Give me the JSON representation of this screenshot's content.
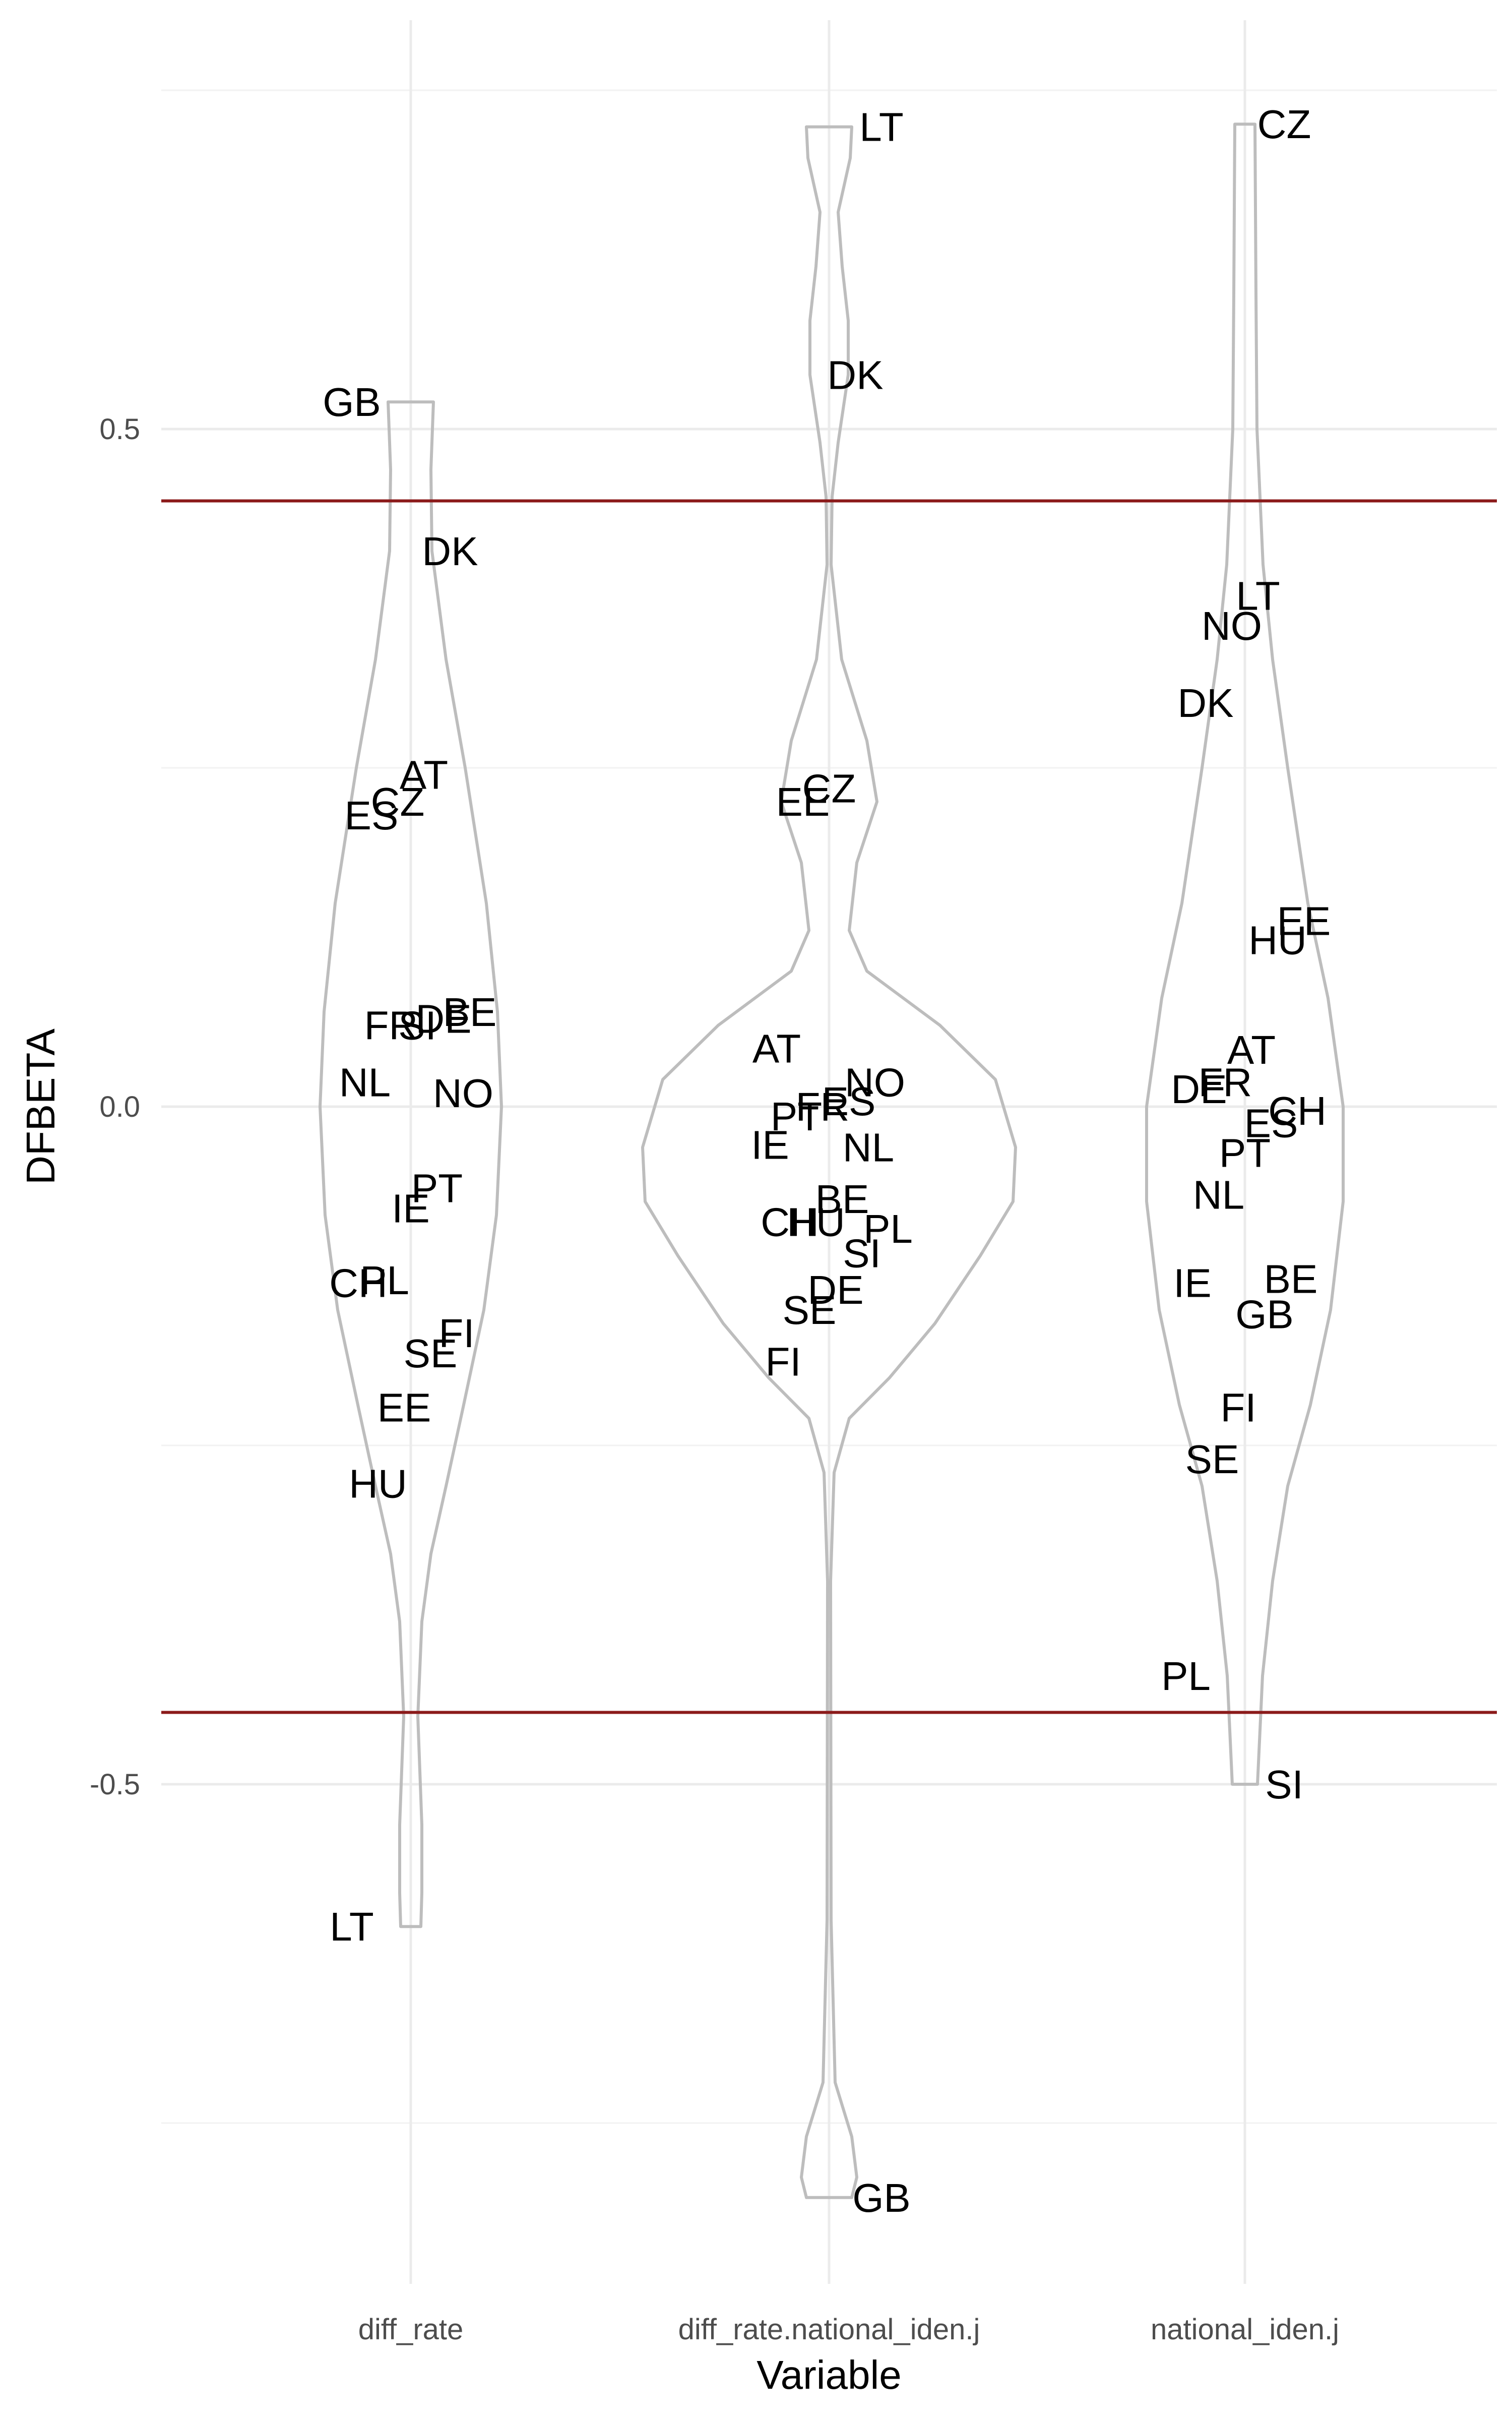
{
  "chart_data": {
    "type": "violin",
    "title": "",
    "xlabel": "Variable",
    "ylabel": "DFBETA",
    "categories": [
      "diff_rate",
      "diff_rate.national_iden.j",
      "national_iden.j"
    ],
    "y_ticks": [
      {
        "value": 0.5,
        "label": "0.5"
      },
      {
        "value": 0.0,
        "label": "0.0"
      },
      {
        "value": -0.5,
        "label": "-0.5"
      }
    ],
    "ylim": [
      -0.87,
      0.8
    ],
    "grid": true,
    "reference_lines": [
      {
        "value": 0.447,
        "color": "#8B1A1A"
      },
      {
        "value": -0.447,
        "color": "#8B1A1A"
      }
    ],
    "series": [
      {
        "category": "diff_rate",
        "points": [
          {
            "label": "GB",
            "value": 0.52
          },
          {
            "label": "DK",
            "value": 0.41
          },
          {
            "label": "AT",
            "value": 0.245
          },
          {
            "label": "CZ",
            "value": 0.225
          },
          {
            "label": "ES",
            "value": 0.215
          },
          {
            "label": "BE",
            "value": 0.07
          },
          {
            "label": "DE",
            "value": 0.065
          },
          {
            "label": "SI",
            "value": 0.06
          },
          {
            "label": "FR",
            "value": 0.06
          },
          {
            "label": "NL",
            "value": 0.018
          },
          {
            "label": "NO",
            "value": 0.01
          },
          {
            "label": "PT",
            "value": -0.06
          },
          {
            "label": "IE",
            "value": -0.075
          },
          {
            "label": "PL",
            "value": -0.128
          },
          {
            "label": "CH",
            "value": -0.13
          },
          {
            "label": "FI",
            "value": -0.167
          },
          {
            "label": "SE",
            "value": -0.182
          },
          {
            "label": "EE",
            "value": -0.222
          },
          {
            "label": "HU",
            "value": -0.278
          },
          {
            "label": "LT",
            "value": -0.605
          }
        ]
      },
      {
        "category": "diff_rate.national_iden.j",
        "points": [
          {
            "label": "LT",
            "value": 0.723
          },
          {
            "label": "DK",
            "value": 0.54
          },
          {
            "label": "CZ",
            "value": 0.235
          },
          {
            "label": "EE",
            "value": 0.225
          },
          {
            "label": "AT",
            "value": 0.043
          },
          {
            "label": "NO",
            "value": 0.018
          },
          {
            "label": "ES",
            "value": 0.004
          },
          {
            "label": "FR",
            "value": 0.0
          },
          {
            "label": "PT",
            "value": -0.007
          },
          {
            "label": "IE",
            "value": -0.028
          },
          {
            "label": "NL",
            "value": -0.03
          },
          {
            "label": "BE",
            "value": -0.068
          },
          {
            "label": "HU",
            "value": -0.085
          },
          {
            "label": "CH",
            "value": -0.085
          },
          {
            "label": "PL",
            "value": -0.09
          },
          {
            "label": "SI",
            "value": -0.108
          },
          {
            "label": "DE",
            "value": -0.135
          },
          {
            "label": "SE",
            "value": -0.15
          },
          {
            "label": "FI",
            "value": -0.188
          },
          {
            "label": "GB",
            "value": -0.805
          }
        ]
      },
      {
        "category": "national_iden.j",
        "points": [
          {
            "label": "CZ",
            "value": 0.725
          },
          {
            "label": "LT",
            "value": 0.377
          },
          {
            "label": "NO",
            "value": 0.355
          },
          {
            "label": "DK",
            "value": 0.298
          },
          {
            "label": "EE",
            "value": 0.137
          },
          {
            "label": "HU",
            "value": 0.123
          },
          {
            "label": "AT",
            "value": 0.042
          },
          {
            "label": "FR",
            "value": 0.018
          },
          {
            "label": "DE",
            "value": 0.013
          },
          {
            "label": "CH",
            "value": -0.003
          },
          {
            "label": "ES",
            "value": -0.012
          },
          {
            "label": "PT",
            "value": -0.034
          },
          {
            "label": "NL",
            "value": -0.065
          },
          {
            "label": "IE",
            "value": -0.13
          },
          {
            "label": "BE",
            "value": -0.127
          },
          {
            "label": "GB",
            "value": -0.153
          },
          {
            "label": "FI",
            "value": -0.222
          },
          {
            "label": "SE",
            "value": -0.26
          },
          {
            "label": "PL",
            "value": -0.42
          },
          {
            "label": "SI",
            "value": -0.5
          }
        ]
      }
    ]
  }
}
